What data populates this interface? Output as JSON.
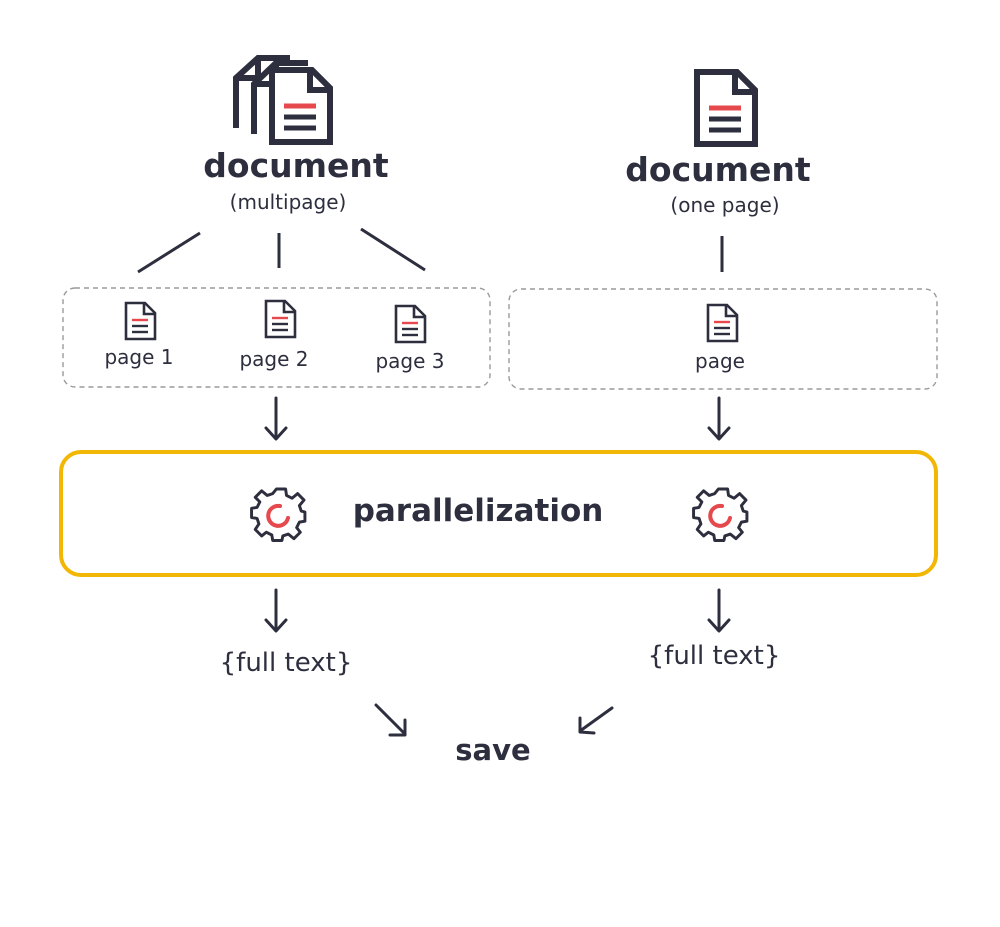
{
  "colors": {
    "ink": "#2d2f3e",
    "accent_red": "#e5484d",
    "highlight_yellow": "#f2b705",
    "dashed_border": "#9a9a9a"
  },
  "left": {
    "title": "document",
    "subtitle": "(multipage)",
    "icon": "multi-document-icon",
    "pages": [
      {
        "label": "page 1",
        "icon": "page-icon"
      },
      {
        "label": "page 2",
        "icon": "page-icon"
      },
      {
        "label": "page 3",
        "icon": "page-icon"
      }
    ],
    "output": "{full text}"
  },
  "right": {
    "title": "document",
    "subtitle": "(one page)",
    "icon": "document-icon",
    "page": {
      "label": "page",
      "icon": "page-icon"
    },
    "output": "{full text}"
  },
  "process": {
    "label": "parallelization",
    "icons": [
      "gear-icon",
      "gear-icon"
    ]
  },
  "final": {
    "label": "save"
  }
}
